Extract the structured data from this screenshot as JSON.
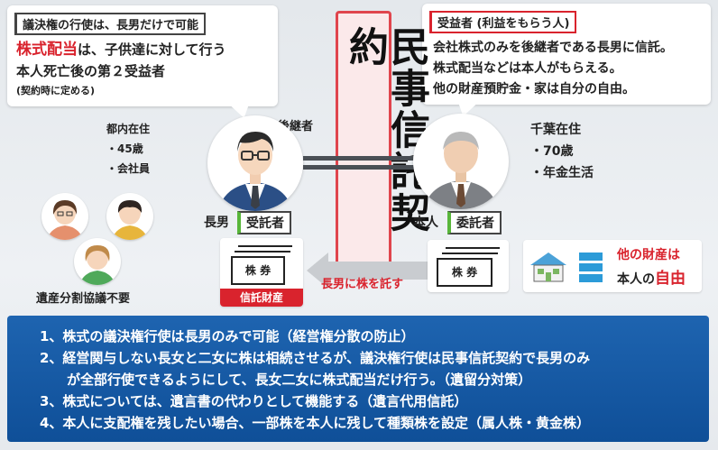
{
  "left_bubble": {
    "label": "議決権の行使は、長男だけで可能",
    "line1_red": "株式配当",
    "line1_rest": "は、子供達に対して行う",
    "line2": "本人死亡後の第２受益者",
    "line3": "(契約時に定める)"
  },
  "right_bubble": {
    "label": "受益者 (利益をもらう人)",
    "lines": [
      "会社株式のみを後継者である長男に信託。",
      "株式配当などは本人がもらえる。",
      "他の財産預貯金・家は自分の自由。"
    ]
  },
  "banner": {
    "text": "民事信託契約"
  },
  "son": {
    "info": [
      "都内在住",
      "・45歳",
      "・会社員"
    ],
    "caption": "後継者",
    "name": "長男",
    "role": "受託者",
    "cert_label": "株 券",
    "trust_tag": "信託財産"
  },
  "principal": {
    "info": [
      "千葉在住",
      "・70歳",
      "・年金生活"
    ],
    "name": "本人",
    "role": "委託者",
    "cert_label": "株 券"
  },
  "transfer_label": "長男に株を託す",
  "heirs_caption": "遺産分割協議不要",
  "other_assets": {
    "line1": "他の財産は",
    "line2_prefix": "本人の",
    "line2_red": "自由"
  },
  "colors": {
    "accent_red": "#d9232d",
    "panel_blue": "#1e64b0",
    "role_green": "#58b63a"
  },
  "summary": [
    "1、株式の議決権行使は長男のみで可能（経営権分散の防止）",
    "2、経営関与しない長女と二女に株は相続させるが、議決権行使は民事信託契約で長男のみ",
    "が全部行使できるようにして、長女二女に株式配当だけ行う。（遺留分対策）",
    "3、株式については、遺言書の代わりとして機能する（遺言代用信託）",
    "4、本人に支配権を残したい場合、一部株を本人に残して種類株を設定（属人株・黄金株）"
  ]
}
